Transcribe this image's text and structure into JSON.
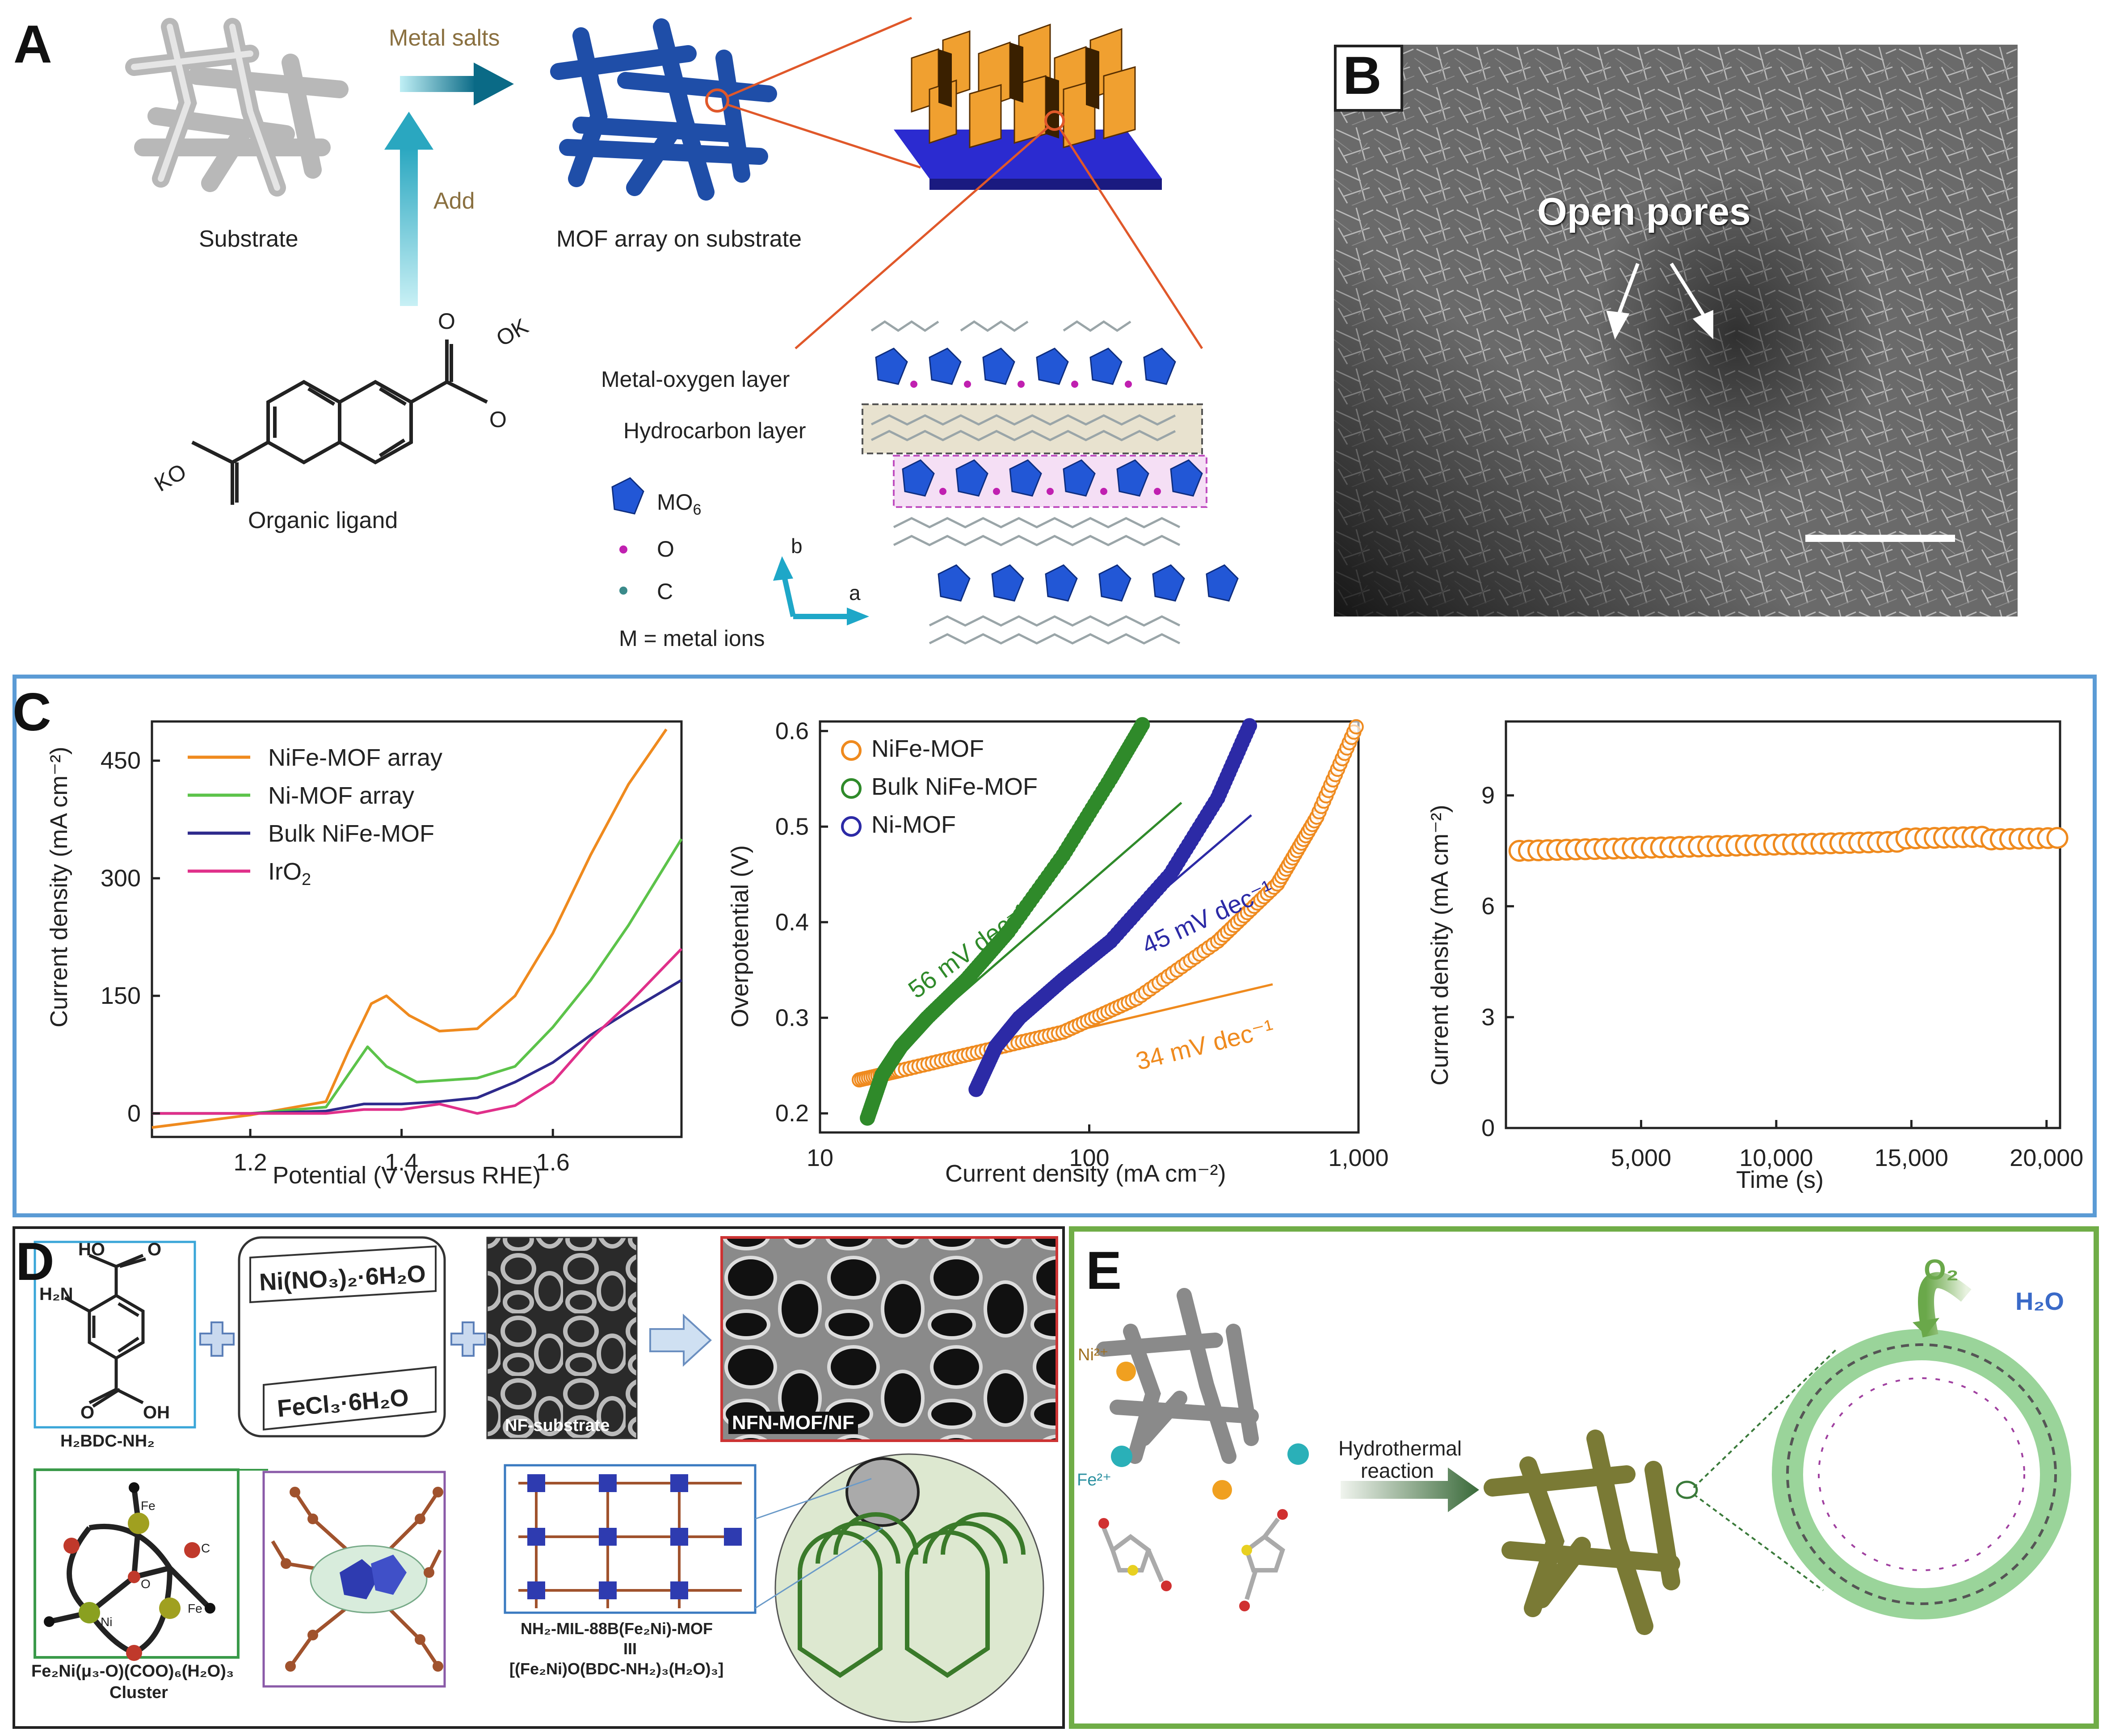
{
  "panels": {
    "a": "A",
    "b": "B",
    "c": "C",
    "d": "D",
    "e": "E"
  },
  "panelA": {
    "substrate": "Substrate",
    "metal_salts": "Metal salts",
    "add": "Add",
    "mof_array": "MOF array on substrate",
    "organic_ligand": "Organic ligand",
    "ko_top": "OK",
    "o_top": "O",
    "o_bottom": "O",
    "ko_bottom": "KO",
    "metal_oxygen": "Metal-oxygen layer",
    "hydrocarbon": "Hydrocarbon layer",
    "legend_mo6": "MO",
    "legend_mo6_sub": "6",
    "legend_o": "O",
    "legend_c": "C",
    "axis_b": "b",
    "axis_a": "a",
    "m_note": "M = metal ions"
  },
  "panelB": {
    "annotation": "Open pores"
  },
  "colors": {
    "nife": "#ef8a1e",
    "ni": "#5cc34a",
    "bulk": "#2e2a8c",
    "iro2": "#e0308a",
    "green_tafel": "#2f8a2a",
    "blue_tafel": "#2c2aa6",
    "frameC": "#5b9bd5",
    "frameE": "#70ad47"
  },
  "chart_data": [
    {
      "type": "line",
      "xlabel": "Potential (V versus RHE)",
      "ylabel": "Current density (mA cm⁻²)",
      "xlim": [
        1.07,
        1.77
      ],
      "ylim": [
        -30,
        500
      ],
      "xticks": [
        "1.2",
        "1.4",
        "1.6"
      ],
      "yticks": [
        "0",
        "150",
        "300",
        "450"
      ],
      "series": [
        {
          "name": "NiFe-MOF array",
          "x": [
            1.07,
            1.2,
            1.3,
            1.33,
            1.36,
            1.38,
            1.41,
            1.45,
            1.5,
            1.55,
            1.6,
            1.65,
            1.7,
            1.75
          ],
          "y": [
            -18,
            -2,
            15,
            80,
            140,
            150,
            125,
            105,
            108,
            150,
            230,
            330,
            420,
            490
          ]
        },
        {
          "name": "Ni-MOF array",
          "x": [
            1.07,
            1.2,
            1.3,
            1.33,
            1.355,
            1.38,
            1.42,
            1.5,
            1.55,
            1.6,
            1.65,
            1.7,
            1.77
          ],
          "y": [
            0,
            0,
            8,
            50,
            85,
            60,
            40,
            45,
            60,
            110,
            170,
            240,
            350
          ]
        },
        {
          "name": "Bulk NiFe-MOF",
          "x": [
            1.07,
            1.2,
            1.3,
            1.35,
            1.4,
            1.45,
            1.5,
            1.55,
            1.6,
            1.65,
            1.7,
            1.77
          ],
          "y": [
            0,
            0,
            3,
            12,
            12,
            15,
            20,
            40,
            65,
            100,
            130,
            170
          ]
        },
        {
          "name": "IrO",
          "name_sub": "2",
          "x": [
            1.07,
            1.2,
            1.3,
            1.35,
            1.4,
            1.45,
            1.5,
            1.55,
            1.6,
            1.65,
            1.7,
            1.77
          ],
          "y": [
            0,
            0,
            0,
            5,
            5,
            12,
            0,
            10,
            40,
            95,
            140,
            210
          ]
        }
      ]
    },
    {
      "type": "scatter",
      "xlabel": "Current density (mA cm⁻²)",
      "ylabel": "Overpotential (V)",
      "xscale": "log",
      "xlim": [
        10,
        1000
      ],
      "ylim": [
        0.18,
        0.61
      ],
      "xticks": [
        "10",
        "100",
        "1,000"
      ],
      "yticks": [
        "0.2",
        "0.3",
        "0.4",
        "0.5",
        "0.6"
      ],
      "series": [
        {
          "name": "NiFe-MOF",
          "x": [
            14,
            20,
            40,
            80,
            150,
            300,
            500,
            700,
            1000
          ],
          "y": [
            0.235,
            0.245,
            0.265,
            0.285,
            0.32,
            0.38,
            0.44,
            0.51,
            0.61
          ]
        },
        {
          "name": "Bulk NiFe-MOF",
          "x": [
            15,
            17,
            20,
            25,
            35,
            50,
            80,
            120,
            160
          ],
          "y": [
            0.195,
            0.24,
            0.27,
            0.3,
            0.34,
            0.39,
            0.47,
            0.55,
            0.61
          ]
        },
        {
          "name": "Ni-MOF",
          "x": [
            38,
            45,
            55,
            80,
            120,
            200,
            300,
            400
          ],
          "y": [
            0.225,
            0.27,
            0.3,
            0.34,
            0.38,
            0.45,
            0.53,
            0.61
          ]
        }
      ],
      "fits": [
        {
          "label": "56 mV dec⁻¹",
          "x": [
            20,
            220
          ],
          "y": [
            0.27,
            0.525
          ]
        },
        {
          "label": "45 mV dec⁻¹",
          "x": [
            50,
            400
          ],
          "y": [
            0.295,
            0.512
          ]
        },
        {
          "label": "34 mV dec⁻¹",
          "x": [
            15,
            480
          ],
          "y": [
            0.235,
            0.335
          ]
        }
      ]
    },
    {
      "type": "scatter",
      "xlabel": "Time (s)",
      "ylabel": "Current density (mA cm⁻²)",
      "xlim": [
        0,
        20500
      ],
      "ylim": [
        0,
        11
      ],
      "xticks": [
        "5,000",
        "10,000",
        "15,000",
        "20,000"
      ],
      "yticks": [
        "0",
        "3",
        "6",
        "9"
      ],
      "series": [
        {
          "name": "",
          "x_start": 500,
          "x_end": 20400,
          "n": 58,
          "y_start": 7.5,
          "y_end": 7.85
        }
      ]
    }
  ],
  "panelD": {
    "h2bdc_ho": "HO",
    "h2bdc_h2n": "H₂N",
    "h2bdc_o1": "O",
    "h2bdc_o2": "O",
    "h2bdc_oh": "OH",
    "h2bdc_label": "H₂BDC-NH₂",
    "salt1": "Ni(NO₃)₂·6H₂O",
    "salt2": "FeCl₃·6H₂O",
    "nf_label": "NF-substrate",
    "product_label": "NFN-MOF/NF",
    "cluster_fe1": "Fe",
    "cluster_fe2": "Fe",
    "cluster_ni": "Ni",
    "cluster_o": "O",
    "cluster_c": "C",
    "cluster_caption_1": "Fe₂Ni(μ₃-O)(COO)₆(H₂O)₃",
    "cluster_caption_2": "Cluster",
    "mof_caption_1": "NH₂-MIL-88B(Fe₂Ni)-MOF",
    "mof_caption_2": "III",
    "mof_caption_3": "[(Fe₂Ni)O(BDC-NH₂)₃(H₂O)₃]"
  },
  "panelE": {
    "ni": "Ni²⁺",
    "fe": "Fe²⁺",
    "arrow_1": "Hydrothermal",
    "arrow_2": "reaction",
    "o2": "O₂",
    "h2o": "H₂O"
  }
}
